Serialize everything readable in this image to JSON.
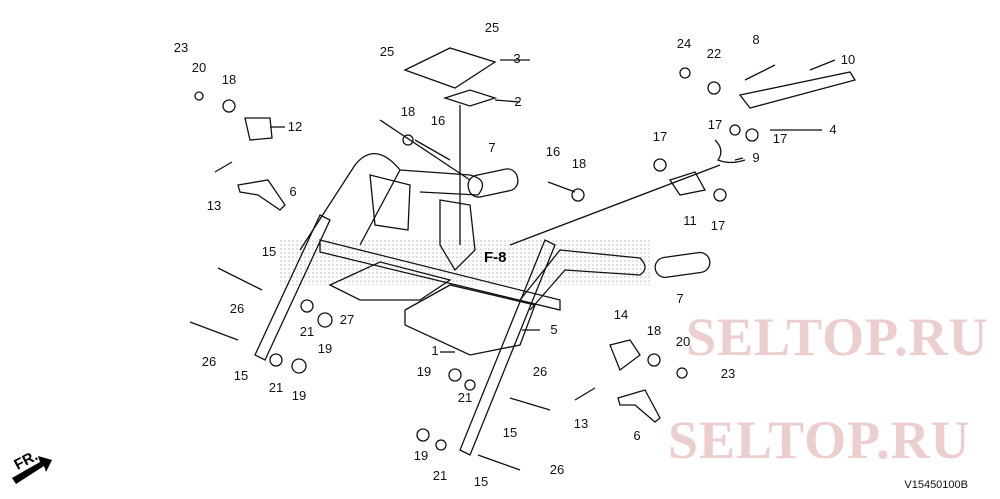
{
  "diagram": {
    "watermark_top": "SELTOP.RU",
    "watermark_bottom": "SELTOP.RU",
    "reference_label": "F-8",
    "front_indicator": "FR.",
    "drawing_code": "V15450100B",
    "callouts": [
      "23",
      "20",
      "18",
      "12",
      "13",
      "6",
      "25",
      "25",
      "3",
      "2",
      "18",
      "16",
      "7",
      "16",
      "18",
      "24",
      "22",
      "8",
      "10",
      "17",
      "17",
      "4",
      "17",
      "9",
      "11",
      "17",
      "7",
      "15",
      "26",
      "21",
      "27",
      "19",
      "5",
      "1",
      "26",
      "15",
      "21",
      "19",
      "19",
      "21",
      "26",
      "15",
      "13",
      "14",
      "18",
      "20",
      "23",
      "6",
      "19",
      "21",
      "15",
      "26"
    ]
  }
}
